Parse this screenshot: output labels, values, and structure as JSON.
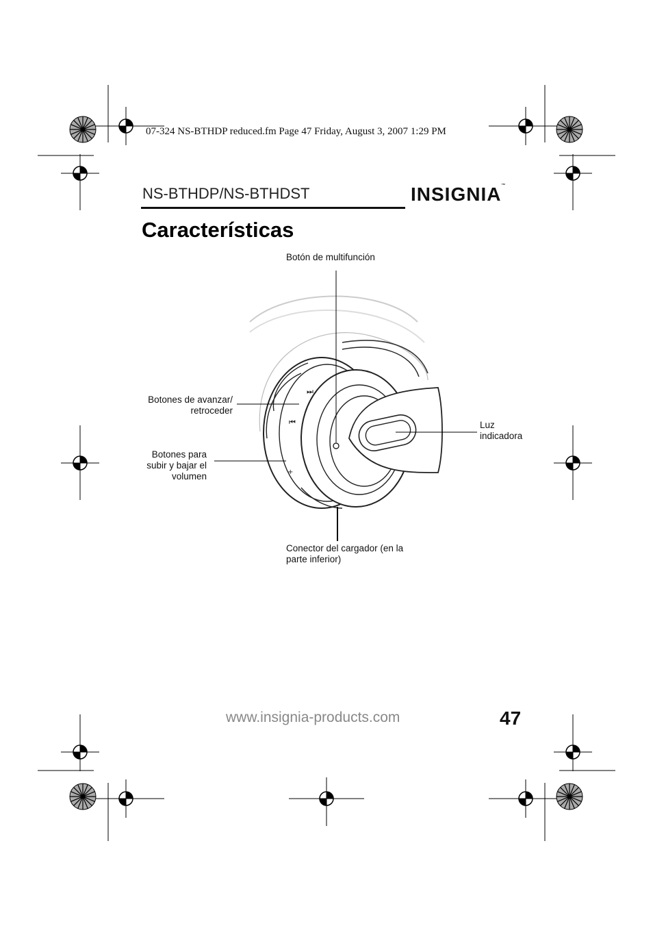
{
  "print_slug": "07-324 NS-BTHDP reduced.fm  Page 47  Friday, August 3, 2007  1:29 PM",
  "header": {
    "model": "NS-BTHDP/NS-BTHDST",
    "logo_text": "INSIGNIA",
    "logo_tm": "™"
  },
  "title": "Características",
  "callouts": {
    "multifunction": "Botón de multifunción",
    "skip_1": "Botones de avanzar/",
    "skip_2": "retroceder",
    "volume_1": "Botones para",
    "volume_2": "subir y bajar el",
    "volume_3": "volumen",
    "light_1": "Luz",
    "light_2": "indicadora",
    "charger_1": "Conector del cargador (en la",
    "charger_2": "parte inferior)"
  },
  "footer": {
    "url": "www.insignia-products.com",
    "page_number": "47"
  }
}
